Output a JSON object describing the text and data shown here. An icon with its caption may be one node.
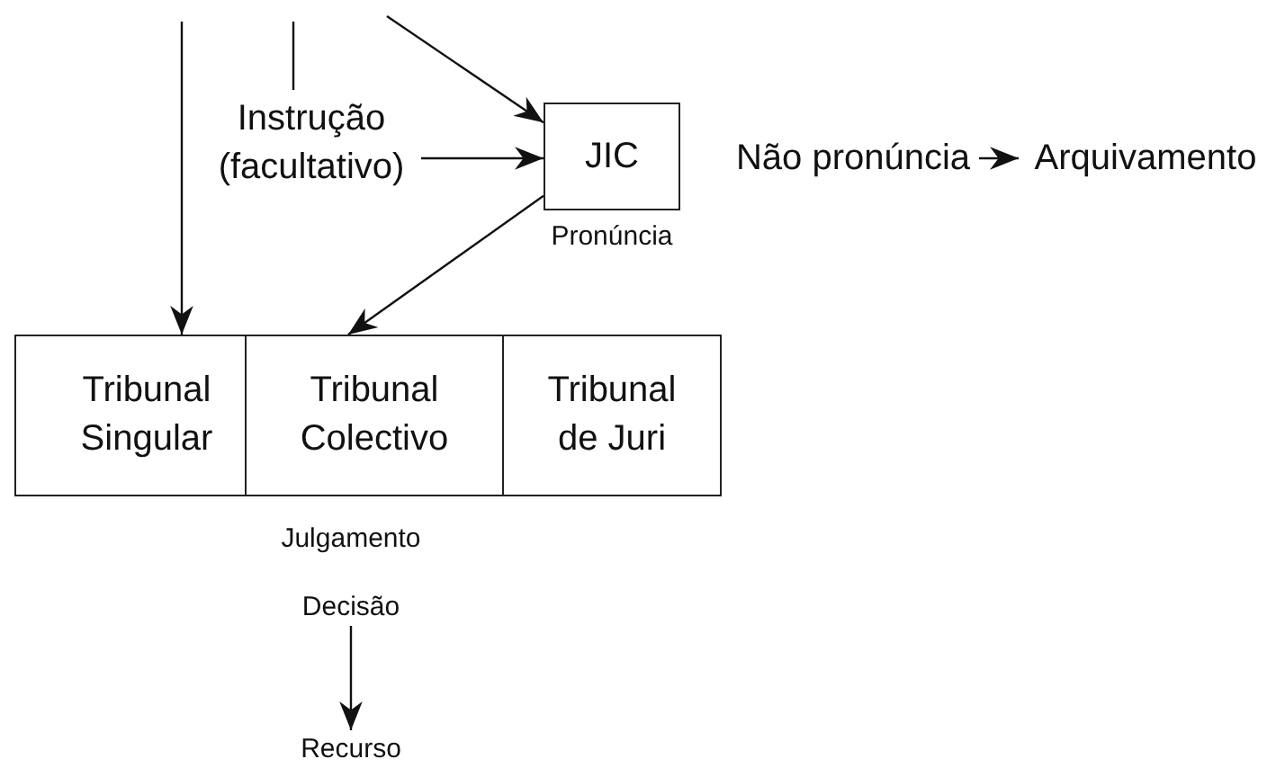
{
  "diagram": {
    "nodes": [
      {
        "text": [
          "Instrução (facultativo)"
        ]
      },
      {
        "text": [
          "JIC"
        ],
        "beside": [
          "Pronúncia"
        ]
      },
      {
        "text": [
          "Não pronúncia"
        ]
      },
      {
        "text": [
          "Arquivamento"
        ]
      },
      {
        "text": [
          "Tribunal Singular"
        ]
      },
      {
        "text": [
          "Tribunal Colectivo"
        ]
      },
      {
        "text": [
          "Tribunal de Juri"
        ]
      },
      {
        "text": [
          "Decisão"
        ]
      },
      {
        "text": [
          "Recurso"
        ]
      }
    ],
    "edges": [
      {
        "from": null,
        "to": 4,
        "arrow": "to"
      },
      {
        "from": null,
        "to": 0,
        "arrow": "none"
      },
      {
        "from": null,
        "to": 1,
        "arrow": "to"
      },
      {
        "from": 0,
        "to": 1,
        "arrow": "to"
      },
      {
        "from": 1,
        "to": 5,
        "arrow": "to"
      },
      {
        "from": 2,
        "to": 3,
        "arrow": "to"
      },
      {
        "from": 7,
        "to": 8,
        "arrow": "to"
      }
    ],
    "labels": [
      "Julgamento"
    ]
  }
}
